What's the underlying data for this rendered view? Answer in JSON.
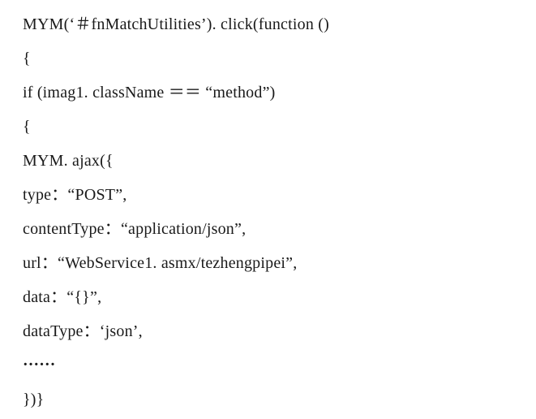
{
  "code": {
    "lines": [
      "MYM(‘＃fnMatchUtilities’). click(function ()",
      "{",
      "if (imag1. className ＝＝ “method”)",
      "{",
      "MYM. ajax({",
      "type：“POST”,",
      "contentType：“application/json”,",
      "url：“WebService1. asmx/tezhengpipei”,",
      "data：“{}”,",
      "dataType：‘json’,",
      "……",
      "})}"
    ]
  }
}
